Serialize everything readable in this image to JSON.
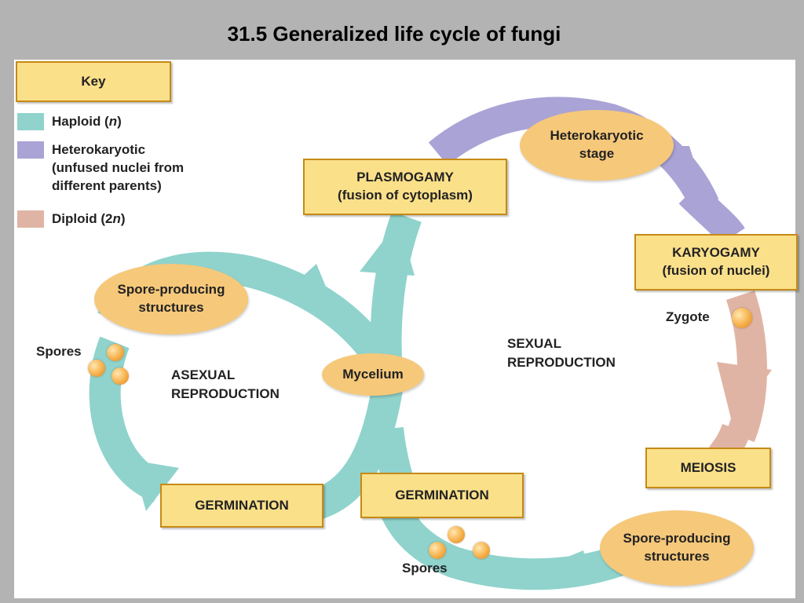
{
  "title": "31.5  Generalized life cycle of fungi",
  "key": {
    "heading": "Key",
    "items": [
      {
        "label": "Haploid (n)",
        "color": "#8fd3cc"
      },
      {
        "label": "Heterokaryotic\n(unfused nuclei from\ndifferent parents)",
        "color": "#aaa3d6"
      },
      {
        "label": "Diploid (2n)",
        "color": "#e0b4a4"
      }
    ]
  },
  "stages": {
    "plasmogamy": "PLASMOGAMY\n(fusion of cytoplasm)",
    "heterokaryotic_stage": "Heterokaryotic\nstage",
    "karyogamy": "KARYOGAMY\n(fusion of nuclei)",
    "zygote": "Zygote",
    "meiosis": "MEIOSIS",
    "spore_producing_right": "Spore-producing\nstructures",
    "spores_bottom": "Spores",
    "germination_right": "GERMINATION",
    "mycelium": "Mycelium",
    "spore_producing_left": "Spore-producing\nstructures",
    "spores_left": "Spores",
    "germination_left": "GERMINATION",
    "asexual": "ASEXUAL\nREPRODUCTION",
    "sexual": "SEXUAL\nREPRODUCTION"
  }
}
